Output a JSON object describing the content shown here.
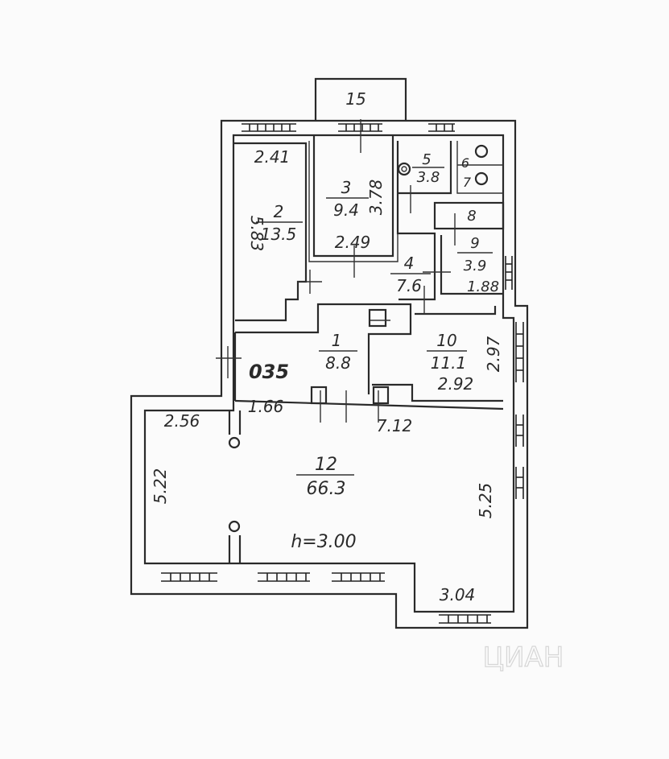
{
  "plan": {
    "code_label": "035",
    "height_note": "h=3.00",
    "watermark": "ЦИАН",
    "colors": {
      "line": "#2a2a2a",
      "paper": "#fbfbfb"
    }
  },
  "rooms": [
    {
      "id": "1",
      "area": "8.8"
    },
    {
      "id": "2",
      "area": "13.5"
    },
    {
      "id": "3",
      "area": "9.4"
    },
    {
      "id": "4",
      "area": "7.6"
    },
    {
      "id": "5",
      "area": "3.8"
    },
    {
      "id": "6",
      "area": ""
    },
    {
      "id": "7",
      "area": ""
    },
    {
      "id": "8",
      "area": ""
    },
    {
      "id": "9",
      "area": "3.9"
    },
    {
      "id": "10",
      "area": "11.1"
    },
    {
      "id": "12",
      "area": "66.3"
    },
    {
      "id": "15",
      "area": ""
    }
  ],
  "dimensions": [
    "2.41",
    "5.83",
    "3.78",
    "2.49",
    "1.88",
    "2.97",
    "2.92",
    "1.66",
    "7.12",
    "2.56",
    "5.22",
    "5.25",
    "3.04"
  ]
}
